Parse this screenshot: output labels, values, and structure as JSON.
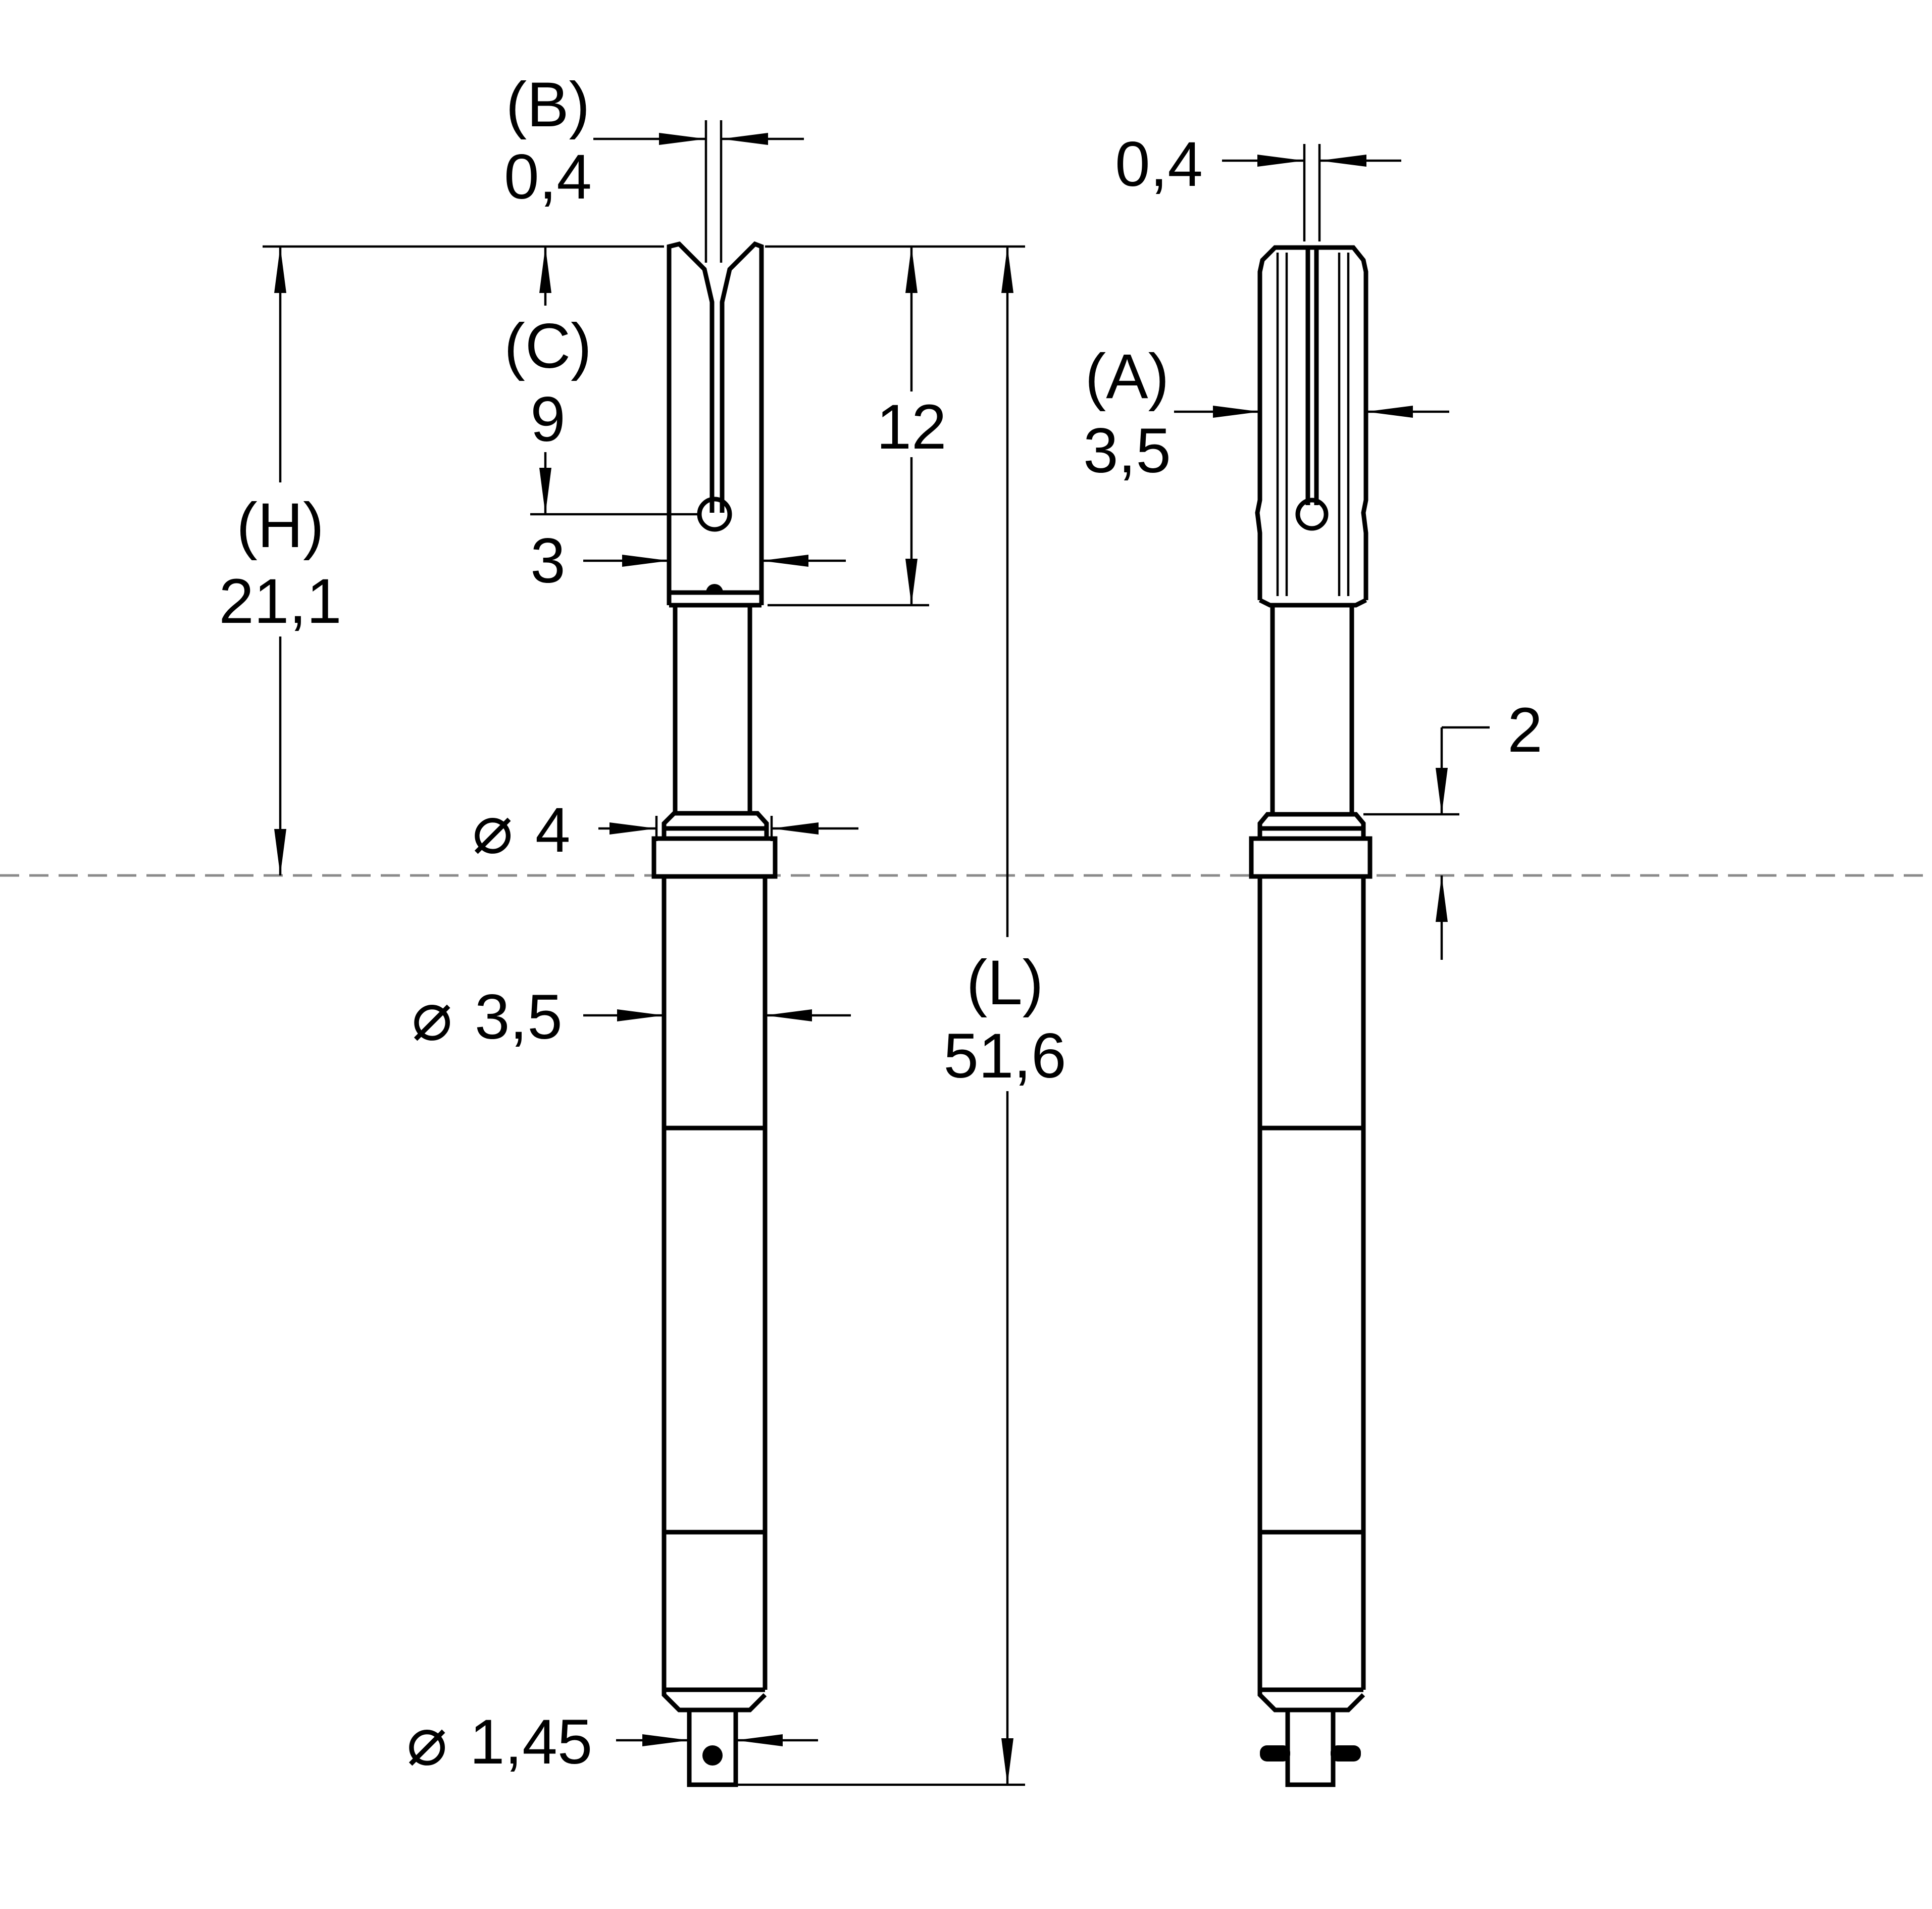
{
  "labels": {
    "B_code": "(B)",
    "B_value": "0,4",
    "C_code": "(C)",
    "C_value": "9",
    "length_12": "12",
    "H_code": "(H)",
    "H_value": "21,1",
    "width_3": "3",
    "dia_4": "4",
    "dia_3_5": "3,5",
    "dia_1_45": "1,45",
    "L_code": "(L)",
    "L_value": "51,6",
    "side_slot": "0,4",
    "A_code": "(A)",
    "A_value": "3,5",
    "offset_2": "2",
    "diameter_symbol": "⌀"
  },
  "colors": {
    "line": "#000000",
    "centerline": "#8a8a8a",
    "background": "#ffffff"
  }
}
